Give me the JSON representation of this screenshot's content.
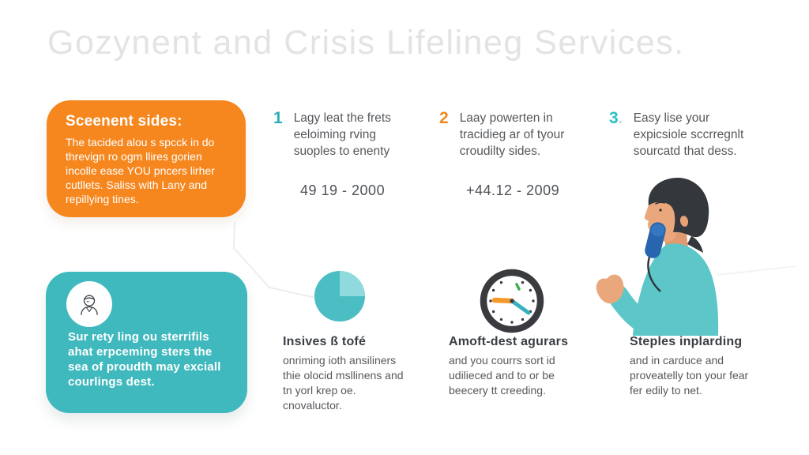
{
  "title": "Gozynent and Crisis Lifelineg Services.",
  "palette": {
    "orange": "#f6871f",
    "teal": "#3fb9bd",
    "pie_teal": "#4abec2",
    "pie_light_teal": "#90d9dc",
    "number_teal": "#2bacb9",
    "number_orange": "#f0891f",
    "title_gray": "#e3e3e3",
    "body_gray": "#54575b",
    "shirt_teal": "#5cc6c9",
    "phone_blue": "#2766af",
    "skin": "#eba77c",
    "hair": "#34373b",
    "clock_orange_hand": "#f49a2d",
    "clock_teal_hand": "#35b2be",
    "clock_green_tick": "#3fae4e"
  },
  "orange_card": {
    "heading": "Sceenent sides:",
    "body": "The tacided alou s spcck in do threvign ro ogm llires gorien incolle ease YOU pncers lirher cutllets. Saliss with Lany and repillying tines."
  },
  "steps": [
    {
      "number": "1",
      "text": "Lagy leat the frets eeloiming rving suoples to enenty",
      "phone": "49 19 - 2000"
    },
    {
      "number": "2",
      "text": "Laay powerten in tracidieg ar of tyour croudilty sides.",
      "phone": "+44.12 - 2009"
    },
    {
      "number": "3",
      "number_suffix": ".",
      "text": "Easy lise your expicsiole sccrregnlt sourcatd that dess."
    }
  ],
  "teal_card": {
    "icon": "person-outline-icon",
    "body": "Sur rety ling ou sterrifils ahat erpceming sters the sea of proudth may exciall courlings dest."
  },
  "features": [
    {
      "icon": "pie-chart-icon",
      "heading": "Insives ß tofé",
      "body": "onriming ioth ansiliners thie olocid msllinens and tn yorl krep oe. cnovaluctor."
    },
    {
      "icon": "clock-icon",
      "heading": "Amoft-dest agurars",
      "body": "and you courrs sort id udilieced and to or be beecery tt creeding."
    },
    {
      "icon": "person-phone-illustration",
      "heading": "Steples inplarding",
      "body": "and in carduce and proveatelly ton your fear fer edily to net."
    }
  ]
}
